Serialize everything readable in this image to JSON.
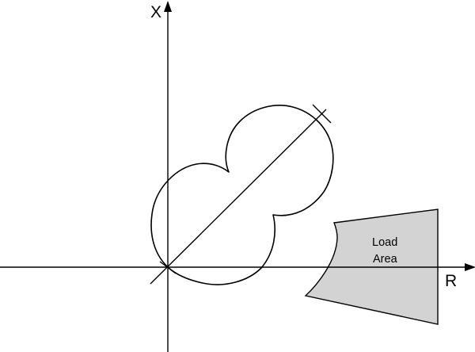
{
  "axes": {
    "x_axis_label": "X",
    "r_axis_label": "R"
  },
  "load_area": {
    "label_line1": "Load",
    "label_line2": "Area",
    "fill_color": "#d3d3d3"
  },
  "colors": {
    "line": "#000000",
    "background": "#ffffff"
  }
}
